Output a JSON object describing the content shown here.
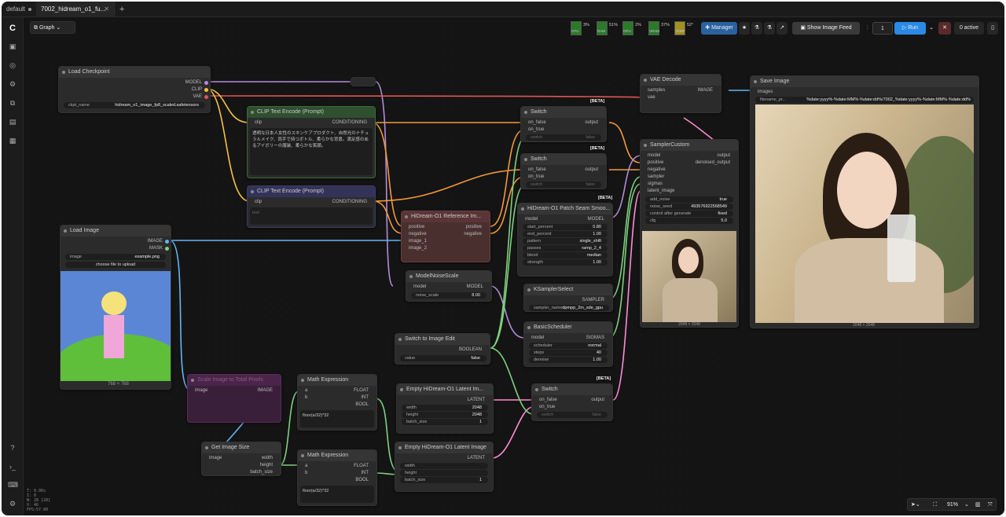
{
  "tabs": [
    {
      "label": "default"
    },
    {
      "label": "7002_hidream_o1_fu..."
    }
  ],
  "toolbar": {
    "graph_label": "Graph",
    "queue_count": "1",
    "run_label": "Run",
    "active_label": "0 active",
    "manager_label": "Manager",
    "feed_label": "Show Image Feed"
  },
  "meters": [
    {
      "label": "CPU",
      "value": "3%",
      "color": "#2a7a2a"
    },
    {
      "label": "RAM",
      "value": "51%",
      "color": "#2a7a2a"
    },
    {
      "label": "GPU",
      "value": "2%",
      "color": "#2a7a2a"
    },
    {
      "label": "VRAM",
      "value": "37%",
      "color": "#2a7a2a"
    },
    {
      "label": "TEMP",
      "value": "52°",
      "color": "#a09020"
    }
  ],
  "nodes": {
    "load_checkpoint": {
      "title": "Load Checkpoint",
      "out1": "MODEL",
      "out2": "CLIP",
      "out3": "VAE",
      "w_label": "ckpt_name",
      "w_value": "hidream_o1_image_fp8_scaled.safetensors"
    },
    "clip_pos": {
      "title": "CLIP Text Encode (Prompt)",
      "in": "clip",
      "out": "CONDITIONING",
      "text": "透明な日本人女性のスキンケアプロダクト、自然光のナチュラルメイク、両手で持つボトル、柔らかな背景。満足感のあるアイボリーの服装、柔らかな笑顔。"
    },
    "clip_neg": {
      "title": "CLIP Text Encode (Prompt)",
      "in": "clip",
      "out": "CONDITIONING",
      "text": "text"
    },
    "load_image": {
      "title": "Load Image",
      "out1": "IMAGE",
      "out2": "MASK",
      "w_label": "image",
      "w_value": "example.png",
      "upload": "choose file to upload",
      "size": "768 × 768"
    },
    "ref": {
      "title": "HiDream-O1 Reference Im...",
      "in1": "positive",
      "in2": "negative",
      "in3": "image_1",
      "in4": "image_2",
      "out1": "positive",
      "out2": "negative"
    },
    "noise_scale": {
      "title": "ModelNoiseScale",
      "in": "model",
      "out": "MODEL",
      "w_label": "noise_scale",
      "w_value": "8.00"
    },
    "switch1": {
      "title": "Switch",
      "beta": "[BETA]",
      "in1": "on_false",
      "in2": "on_true",
      "in3": "switch",
      "in3v": "false",
      "out": "output"
    },
    "switch2": {
      "title": "Switch",
      "beta": "[BETA]",
      "in1": "on_false",
      "in2": "on_true",
      "in3": "switch",
      "in3v": "false",
      "out": "output"
    },
    "patch": {
      "title": "HiDream-O1 Patch Seam Smoo...",
      "beta": "[BETA]",
      "in": "model",
      "out": "MODEL",
      "rows": [
        [
          "start_percent",
          "0.80"
        ],
        [
          "end_percent",
          "1.00"
        ],
        [
          "pattern",
          "single_shift"
        ],
        [
          "passes",
          "ramp_2_4"
        ],
        [
          "blend",
          "median"
        ],
        [
          "strength",
          "1.00"
        ]
      ]
    },
    "ksampler_select": {
      "title": "KSamplerSelect",
      "out": "SAMPLER",
      "w_label": "sampler_name",
      "w_value": "dpmpp_2m_sde_gpu"
    },
    "basic_sched": {
      "title": "BasicScheduler",
      "in": "model",
      "out": "SIGMAS",
      "rows": [
        [
          "scheduler",
          "normal"
        ],
        [
          "steps",
          "40"
        ],
        [
          "denoise",
          "1.00"
        ]
      ]
    },
    "vae_decode": {
      "title": "VAE Decode",
      "in1": "samples",
      "in2": "vae",
      "out": "IMAGE"
    },
    "sampler_custom": {
      "title": "SamplerCustom",
      "ins": [
        "model",
        "positive",
        "negative",
        "sampler",
        "sigmas",
        "latent_image"
      ],
      "out1": "output",
      "out2": "denoised_output",
      "rows": [
        [
          "add_noise",
          "true"
        ],
        [
          "noise_seed",
          "493576922568549"
        ],
        [
          "control after generate",
          "fixed"
        ],
        [
          "cfg",
          "5.0"
        ]
      ],
      "size": "2048 × 2048"
    },
    "save_image": {
      "title": "Save Image",
      "in": "images",
      "w_label": "filename_pr...",
      "w_value": "%date:yyyy%-%date:MM%-%date:dd%/7002_%date:yyyy%-%date:MM%-%date:dd%",
      "size": "2048 × 2048"
    },
    "switch_edit": {
      "title": "Switch to Image Edit",
      "out": "BOOLEAN",
      "w_label": "value",
      "w_value": "false"
    },
    "scale_img": {
      "title": "Scale Image to Total Pixels",
      "in": "image",
      "out": "IMAGE"
    },
    "math1": {
      "title": "Math Expression",
      "in1": "a",
      "in2": "b",
      "out1": "FLOAT",
      "out2": "INT",
      "out3": "BOOL",
      "expr": "floor(a/32)*32"
    },
    "math2": {
      "title": "Math Expression",
      "in1": "a",
      "in2": "b",
      "out1": "FLOAT",
      "out2": "INT",
      "out3": "BOOL",
      "expr": "floor(a/32)*32"
    },
    "get_size": {
      "title": "Get Image Size",
      "in": "image",
      "out1": "width",
      "out2": "height",
      "out3": "batch_size"
    },
    "empty1": {
      "title": "Empty HiDream-O1 Latent Im...",
      "out": "LATENT",
      "rows": [
        [
          "width",
          "2048"
        ],
        [
          "height",
          "2048"
        ],
        [
          "batch_size",
          "1"
        ]
      ]
    },
    "empty2": {
      "title": "Empty HiDream-O1 Latent Image",
      "out": "LATENT",
      "rows": [
        [
          "width",
          ""
        ],
        [
          "height",
          ""
        ],
        [
          "batch_size",
          "1"
        ]
      ]
    },
    "switch3": {
      "title": "Switch",
      "beta": "[BETA]",
      "in1": "on_false",
      "in2": "on_true",
      "in3": "switch",
      "in3v": "false",
      "out": "output"
    }
  },
  "zoom": "91%",
  "debug": [
    "T: 0.00s",
    "I: 0",
    "N: 28 [28]",
    "V: 46",
    "FPS:57.80"
  ]
}
